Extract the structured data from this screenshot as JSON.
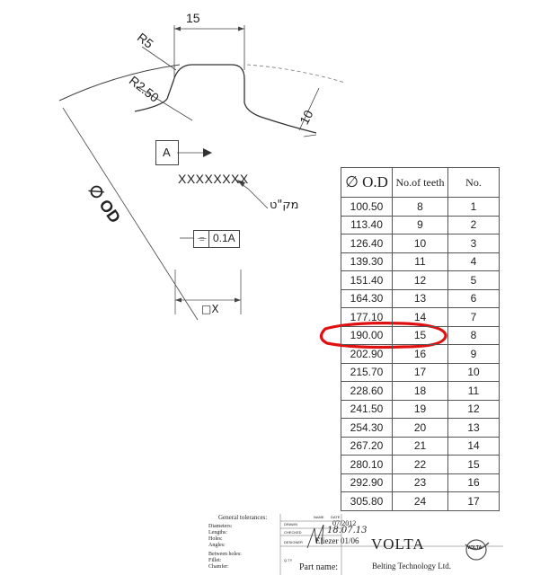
{
  "drawing": {
    "dimensions": {
      "width_label": "15",
      "radius_top_label": "R5",
      "radius_bottom_label": "R2.50",
      "height_label": "10",
      "od_label": "∅ OD"
    },
    "datum_label": "A",
    "marking_text": "XXXXXXXX",
    "hebrew_note": "מק\"ט",
    "tolerance_symbol": "⌯",
    "tolerance_value": "0.1A",
    "square_dim": "□X"
  },
  "table": {
    "headers": [
      "∅ O.D",
      "No.of teeth",
      "No."
    ],
    "rows": [
      [
        "100.50",
        "8",
        "1"
      ],
      [
        "113.40",
        "9",
        "2"
      ],
      [
        "126.40",
        "10",
        "3"
      ],
      [
        "139.30",
        "11",
        "4"
      ],
      [
        "151.40",
        "12",
        "5"
      ],
      [
        "164.30",
        "13",
        "6"
      ],
      [
        "177.10",
        "14",
        "7"
      ],
      [
        "190.00",
        "15",
        "8"
      ],
      [
        "202.90",
        "16",
        "9"
      ],
      [
        "215.70",
        "17",
        "10"
      ],
      [
        "228.60",
        "18",
        "11"
      ],
      [
        "241.50",
        "19",
        "12"
      ],
      [
        "254.30",
        "20",
        "13"
      ],
      [
        "267.20",
        "21",
        "14"
      ],
      [
        "280.10",
        "22",
        "15"
      ],
      [
        "292.90",
        "23",
        "16"
      ],
      [
        "305.80",
        "24",
        "17"
      ]
    ],
    "highlighted_row_index": 7,
    "highlight_color": "#e01010"
  },
  "title_block": {
    "general_tolerances": "General tolerances:",
    "tolerance_items": [
      "Diameters:",
      "Lengths:",
      "Holes:",
      "Angles:",
      "Between holes:",
      "Fillet:",
      "Chamfer:"
    ],
    "col_name": "NAME",
    "col_date": "DATE",
    "row_drawn": "DRAWN",
    "row_checked": "CHECKED",
    "row_designer": "DESIGNER",
    "row_qty": "Q.TY",
    "date_drawn": "07/2012",
    "date_checked": "18.07.13",
    "designer_name": "Eliezer",
    "designer_date": "01/06",
    "company": "VOLTA",
    "company_sub": "Belting Technology Ltd.",
    "part_name_label": "Part name:",
    "logo_text": "VOLTA"
  }
}
